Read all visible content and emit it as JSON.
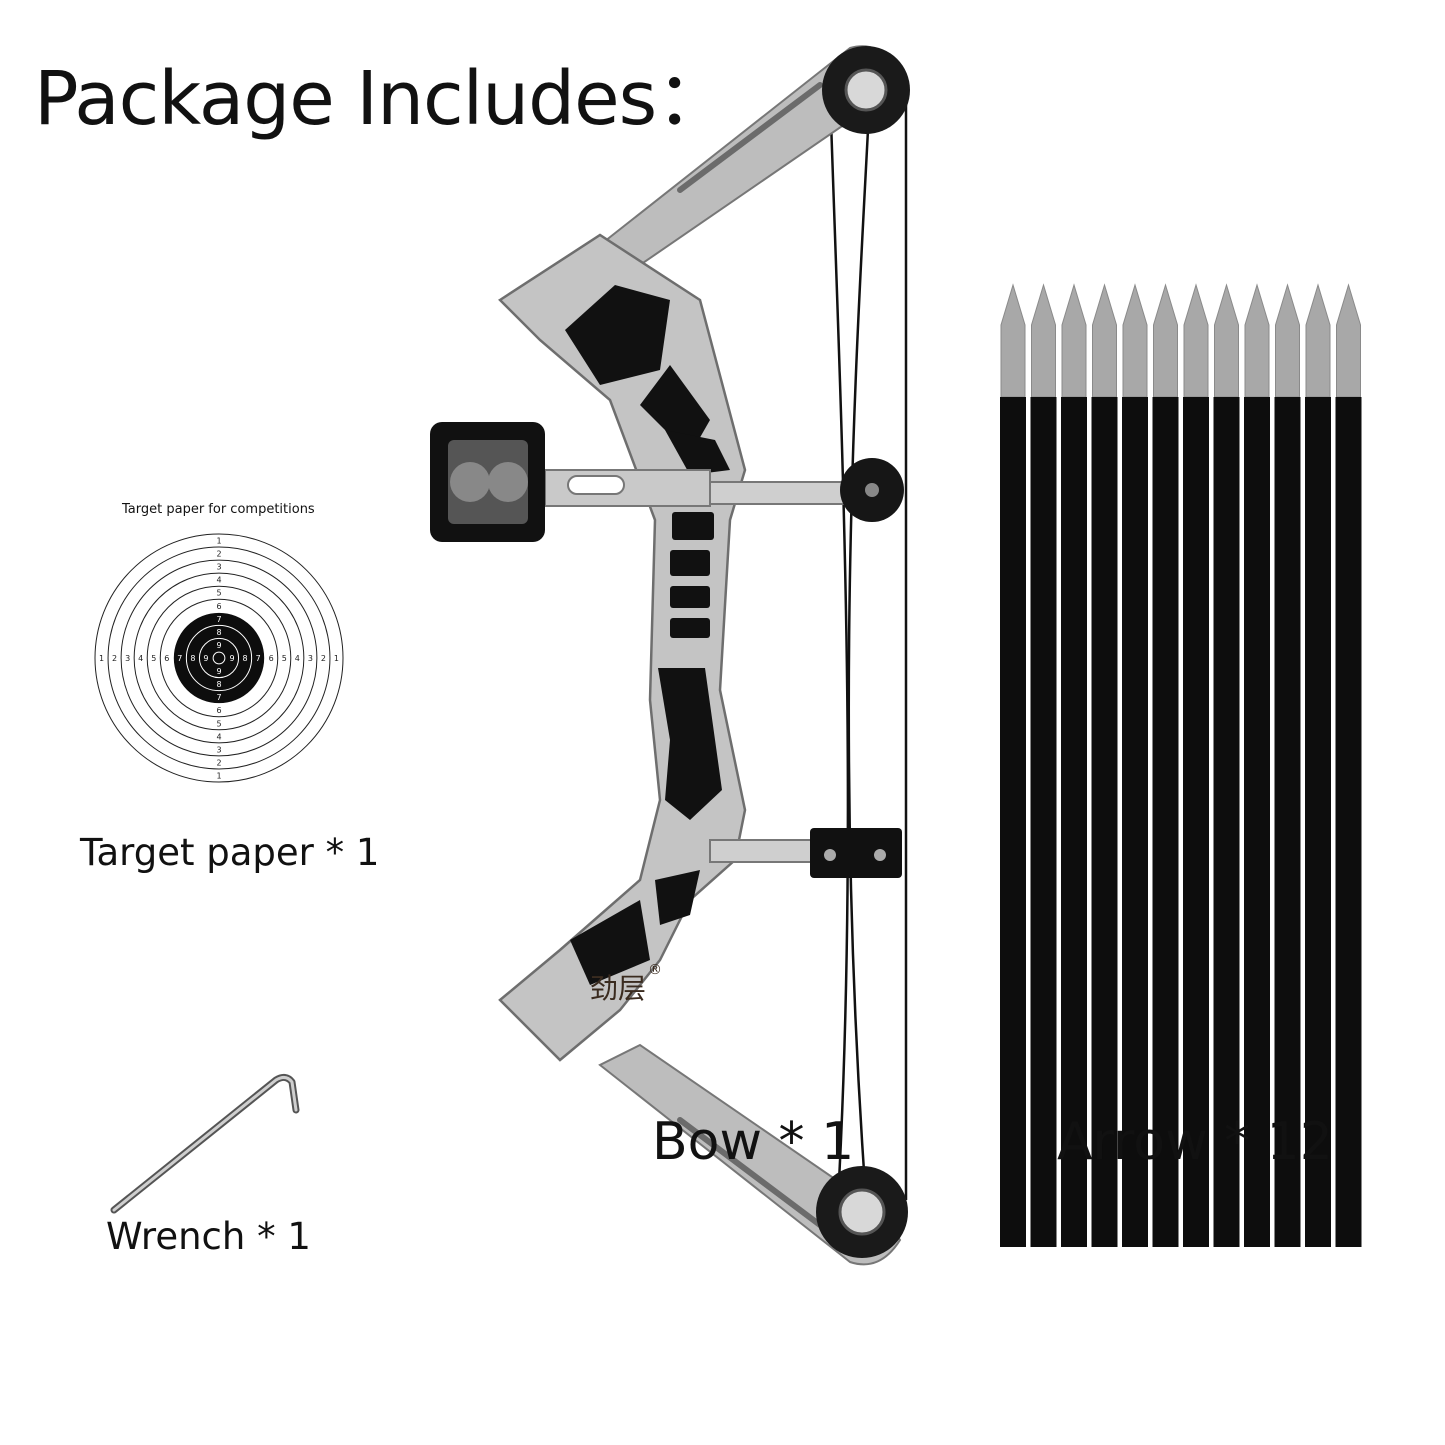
{
  "title": "Package Includes：",
  "target": {
    "caption": "Target paper for competitions",
    "label": "Target paper * 1",
    "rings": [
      "1",
      "2",
      "3",
      "4",
      "5",
      "6",
      "7",
      "8",
      "9"
    ]
  },
  "wrench": {
    "label": "Wrench * 1"
  },
  "bow": {
    "label": "Bow * 1",
    "logo_text": "劲层",
    "logo_mark": "®"
  },
  "arrows": {
    "label": "Arrow * 12",
    "count": 12
  },
  "colors": {
    "metal": "#b9b9b9",
    "black": "#0d0d0d",
    "tip": "#a8a8a8",
    "text": "#111111"
  }
}
